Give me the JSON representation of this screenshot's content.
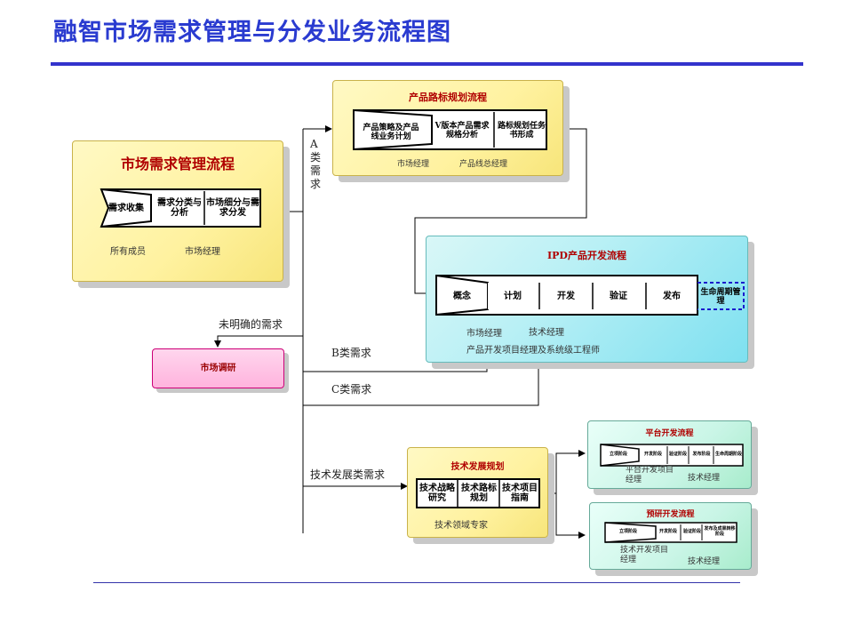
{
  "page": {
    "title": "融智市场需求管理与分发业务流程图"
  },
  "market": {
    "title": "市场需求管理流程",
    "steps": [
      "需求收集",
      "需求分类与分析",
      "市场细分与需求分发"
    ],
    "roles": [
      "所有成员",
      "市场经理"
    ]
  },
  "roadmap": {
    "title": "产品路标规划流程",
    "steps": [
      "产品策略及产品线业务计划",
      "V版本产品需求规格分析",
      "路标规划任务书形成"
    ],
    "roles": [
      "市场经理",
      "产品线总经理"
    ]
  },
  "ipd": {
    "title": "IPD产品开发流程",
    "steps": [
      "概念",
      "计划",
      "开发",
      "验证",
      "发布",
      "生命周期管理"
    ],
    "roles": [
      "市场经理",
      "技术经理",
      "产品开发项目经理及系统级工程师"
    ]
  },
  "research": {
    "title": "市场调研"
  },
  "tech": {
    "title": "技术发展规划",
    "steps": [
      "技术战略研究",
      "技术路标规划",
      "技术项目指南"
    ],
    "roles": [
      "技术领域专家"
    ]
  },
  "platform": {
    "title": "平台开发流程",
    "steps": [
      "立项阶段",
      "开发阶段",
      "验证阶段",
      "发布阶段",
      "生命周期阶段"
    ],
    "roles": [
      "平台开发项目经理",
      "技术经理"
    ]
  },
  "preresearch": {
    "title": "预研开发流程",
    "steps": [
      "立项阶段",
      "开发阶段",
      "验证阶段",
      "发布及成果转移阶段"
    ],
    "roles": [
      "技术开发项目经理",
      "技术经理"
    ]
  },
  "labels": {
    "class_a": "A类需求",
    "unclear": "未明确的需求",
    "class_b": "B类需求",
    "class_c": "C类需求",
    "tech_demand": "技术发展类需求"
  }
}
